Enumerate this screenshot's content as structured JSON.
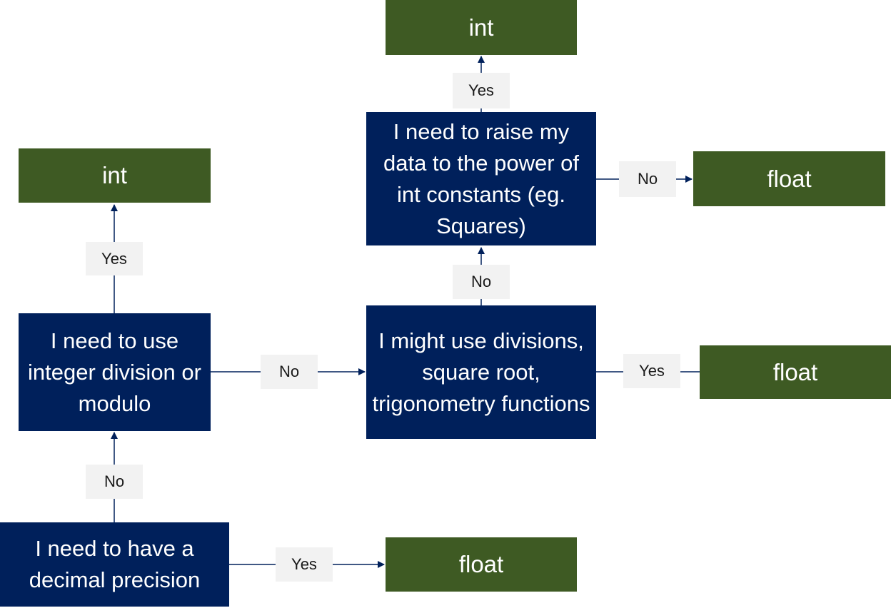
{
  "nodes": {
    "decimal_precision": "I need to have a decimal precision",
    "integer_division": "I need to use integer division or modulo",
    "might_use_divisions": "I might use divisions, square root, trigonometry functions",
    "raise_power": "I need to raise my data to the power of int constants (eg. Squares)",
    "int_top": "int",
    "int_left": "int",
    "float_right_top": "float",
    "float_right_middle": "float",
    "float_bottom": "float"
  },
  "edge_labels": {
    "decimal_no": "No",
    "decimal_yes": "Yes",
    "intdiv_yes": "Yes",
    "intdiv_no": "No",
    "divisions_no": "No",
    "divisions_yes": "Yes",
    "power_yes": "Yes",
    "power_no": "No"
  },
  "colors": {
    "decision": "#00205b",
    "result": "#3e5a23",
    "label_bg": "#f2f2f2",
    "connector": "#00205b"
  }
}
